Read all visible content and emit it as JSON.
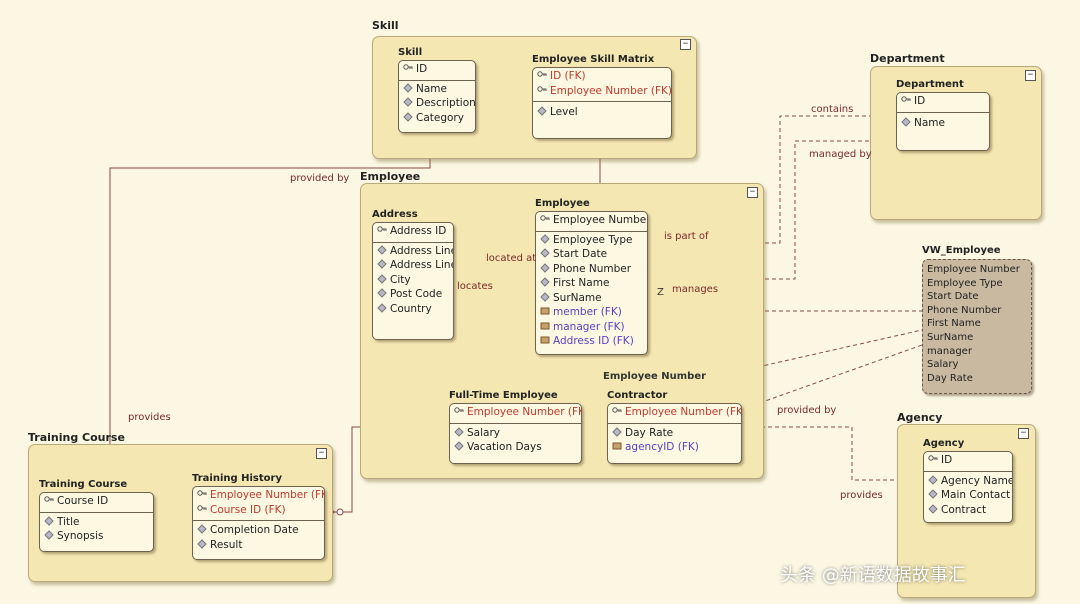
{
  "packages": {
    "skill": "Skill",
    "department": "Department",
    "employee": "Employee",
    "vw_employee": "VW_Employee",
    "agency": "Agency",
    "training": "Training Course"
  },
  "entities": {
    "skill": {
      "title": "Skill",
      "pk": [
        "ID"
      ],
      "attrs": [
        "Name",
        "Description",
        "Category"
      ]
    },
    "skill_matrix": {
      "title": "Employee Skill Matrix",
      "pk": [
        "ID (FK)",
        "Employee Number (FK)"
      ],
      "attrs": [
        "Level"
      ]
    },
    "department": {
      "title": "Department",
      "pk": [
        "ID"
      ],
      "attrs": [
        "Name"
      ]
    },
    "address": {
      "title": "Address",
      "pk": [
        "Address ID"
      ],
      "attrs": [
        "Address Line",
        "Address Line",
        "City",
        "Post Code",
        "Country"
      ]
    },
    "employee": {
      "title": "Employee",
      "pk": [
        "Employee Number"
      ],
      "attrs": [
        "Employee Type",
        "Start Date",
        "Phone Number",
        "First Name",
        "SurName"
      ],
      "fks": [
        "member (FK)",
        "manager (FK)",
        "Address ID (FK)"
      ]
    },
    "fulltime": {
      "title": "Full-Time Employee",
      "pk": [
        "Employee Number (FK)"
      ],
      "attrs": [
        "Salary",
        "Vacation Days"
      ]
    },
    "contractor": {
      "title": "Contractor",
      "pk": [
        "Employee Number (FK)"
      ],
      "attrs": [
        "Day Rate"
      ],
      "fks": [
        "agencyID (FK)"
      ]
    },
    "agency": {
      "title": "Agency",
      "pk": [
        "ID"
      ],
      "attrs": [
        "Agency Name",
        "Main Contact",
        "Contract"
      ]
    },
    "training_course": {
      "title": "Training Course",
      "pk": [
        "Course ID"
      ],
      "attrs": [
        "Title",
        "Synopsis"
      ]
    },
    "training_history": {
      "title": "Training History",
      "pk": [
        "Employee Number (FK)",
        "Course ID (FK)"
      ],
      "attrs": [
        "Completion Date",
        "Result"
      ]
    }
  },
  "view": {
    "title": "VW_Employee",
    "columns": [
      "Employee Number",
      "Employee Type",
      "Start Date",
      "Phone Number",
      "First Name",
      "SurName",
      "manager",
      "Salary",
      "Day Rate"
    ]
  },
  "relationships": {
    "contains": "contains",
    "managed_by": "managed by",
    "is_part_of": "is part of",
    "manages": "manages",
    "located_at": "located at",
    "locates": "locates",
    "provided_by_skill": "provided by",
    "provided_by_agency": "provided by",
    "provides_training": "provides",
    "provides_agency": "provides",
    "discriminator": "Employee Number",
    "z": "Z"
  },
  "watermark": "头条 @新语数据故事汇"
}
